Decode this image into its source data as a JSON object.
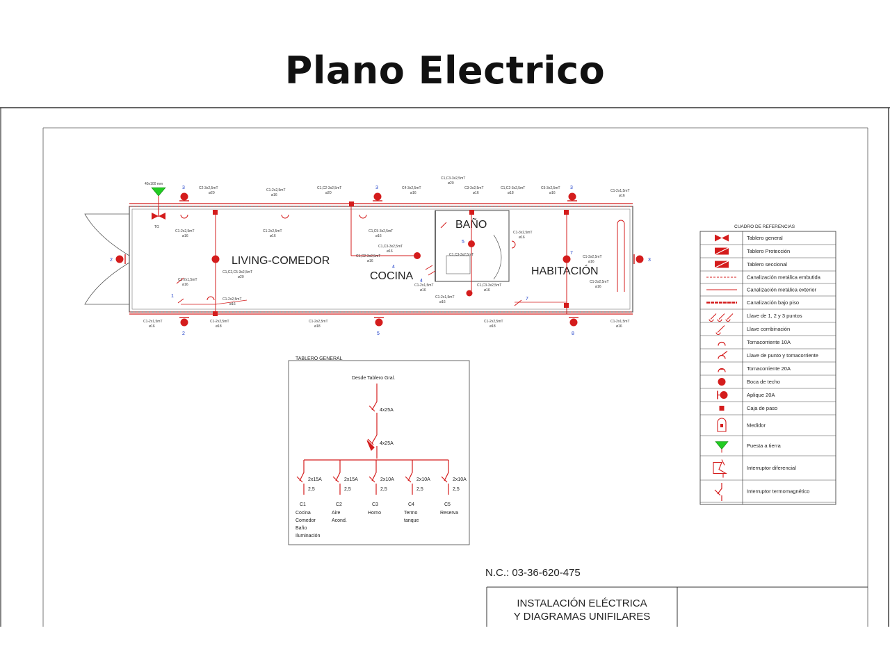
{
  "title": "Plano Electrico",
  "rooms": {
    "living": "LIVING-COMEDOR",
    "kitchen": "COCINA",
    "bath": "BAÑO",
    "bedroom": "HABITACIÓN"
  },
  "tg_label": "TG",
  "ground_label": "40x100 mm",
  "circuit_labels": {
    "c2_3x2_5": "C2-3x2,5mT",
    "c1_3x2_5": "C1-3x2,5mT",
    "c4_3x2_5": "C4-3x2,5mT",
    "c3_3x2_5": "C3-3x2,5mT",
    "c5_3x2_5": "C5-3x2,5mT",
    "c1_c2": "C1,C2-3x2,5mT",
    "c1_c3": "C1,C3-3x2,5mT",
    "c1_2x1_5": "C1-2x1,5mT",
    "c1_2x2_5": "C1-2x2,5mT",
    "c1_c5": "C1,C5-3x2,5mT",
    "c1_c2_c5": "C1,C2,C5-3x2,5mT",
    "d16": "ø16",
    "d18": "ø18",
    "d20": "ø20"
  },
  "unifilar": {
    "title": "TABLERO GENERAL",
    "source": "Desde Tablero Gral.",
    "main_breaker": "4x25A",
    "differential": "4x25A",
    "circuits": [
      {
        "id": "C1",
        "rating": "2x15A",
        "section": "2,5",
        "desc": [
          "Cocina",
          "Comedor",
          "Baño",
          "Iluminación"
        ]
      },
      {
        "id": "C2",
        "rating": "2x15A",
        "section": "2,5",
        "desc": [
          "Aire",
          "Acond."
        ]
      },
      {
        "id": "C3",
        "rating": "2x10A",
        "section": "2,5",
        "desc": [
          "Horno"
        ]
      },
      {
        "id": "C4",
        "rating": "2x10A",
        "section": "2,5",
        "desc": [
          "Termo",
          "tanque"
        ]
      },
      {
        "id": "C5",
        "rating": "2x10A",
        "section": "2,5",
        "desc": [
          "Reserva"
        ]
      }
    ]
  },
  "legend": {
    "title": "CUADRO DE REFERENCIAS",
    "items": [
      "Tablero general",
      "Tablero Protección",
      "Tablero seccional",
      "Canalización metálica embutida",
      "Canalización metálica exterior",
      "Canalización bajo piso",
      "Llave de 1, 2 y 3 puntos",
      "Llave combinación",
      "Tomacorriente 10A",
      "Llave de punto y tomacorriente",
      "Tomacorriente 20A",
      "Boca de techo",
      "Aplique 20A",
      "Caja de paso",
      "Medidor",
      "Puesta a tierra",
      "Interruptor diferencial",
      "Interruptor termomagnético"
    ]
  },
  "nc": "N.C.: 03-36-620-475",
  "block": {
    "line1": "INSTALACIÓN ELÉCTRICA",
    "line2": "Y DIAGRAMAS UNIFILARES"
  }
}
